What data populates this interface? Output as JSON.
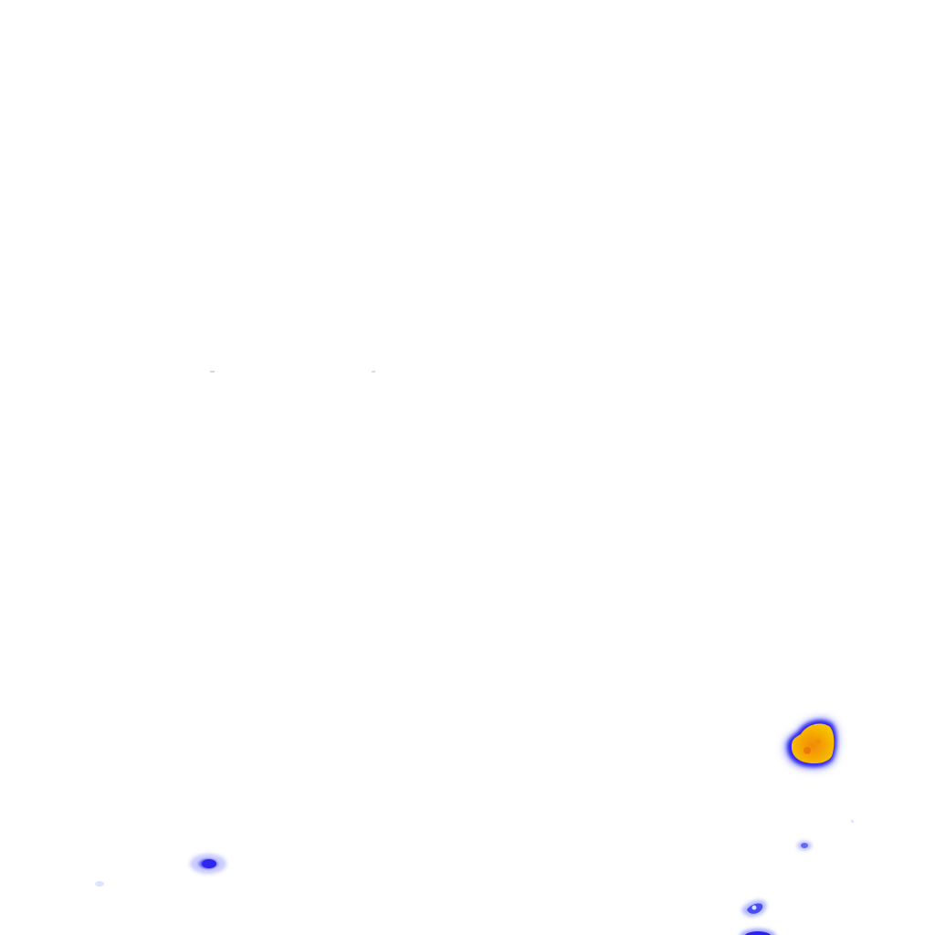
{
  "map": {
    "type": "precipitation-radar-overlay",
    "basemap": "blank",
    "legend": "none",
    "color_scale": {
      "light": "#cfd3ff",
      "moderate": "#5a5af5",
      "strong": "#2b22f0",
      "heavy": "#f5b700",
      "intense": "#f08a0a"
    },
    "cells": [
      {
        "id": "cell-large",
        "intensity": "heavy"
      },
      {
        "id": "cell-small-left",
        "intensity": "moderate"
      },
      {
        "id": "cell-small-right",
        "intensity": "light"
      },
      {
        "id": "cell-bottom-cluster",
        "intensity": "moderate"
      },
      {
        "id": "cell-bottom-edge",
        "intensity": "strong"
      }
    ]
  }
}
